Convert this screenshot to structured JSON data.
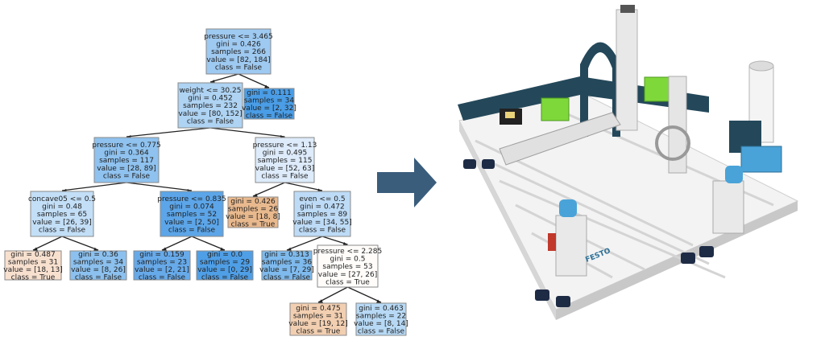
{
  "tree": {
    "nodes": [
      {
        "id": "n0",
        "lines": [
          "pressure <= 3.465",
          "gini = 0.426",
          "samples = 266",
          "value = [82, 184]",
          "class = False"
        ],
        "fill": "#9ec9f1"
      },
      {
        "id": "n1",
        "lines": [
          "weight <= 30.25",
          "gini = 0.452",
          "samples = 232",
          "value = [80, 152]",
          "class = False"
        ],
        "fill": "#aed3f3"
      },
      {
        "id": "n2",
        "lines": [
          "gini = 0.111",
          "samples = 34",
          "value = [2, 32]",
          "class = False"
        ],
        "fill": "#4a9de6"
      },
      {
        "id": "n3",
        "lines": [
          "pressure <= 0.775",
          "gini = 0.364",
          "samples = 117",
          "value = [28, 89]",
          "class = False"
        ],
        "fill": "#8fc2ef"
      },
      {
        "id": "n4",
        "lines": [
          "pressure <= 1.13",
          "gini = 0.495",
          "samples = 115",
          "value = [52, 63]",
          "class = False"
        ],
        "fill": "#ddebfa"
      },
      {
        "id": "n5",
        "lines": [
          "concave05 <= 0.5",
          "gini = 0.48",
          "samples = 65",
          "value = [26, 39]",
          "class = False"
        ],
        "fill": "#c3dff7"
      },
      {
        "id": "n6",
        "lines": [
          "pressure <= 0.835",
          "gini = 0.074",
          "samples = 52",
          "value = [2, 50]",
          "class = False"
        ],
        "fill": "#5ca5e8"
      },
      {
        "id": "n7",
        "lines": [
          "gini = 0.426",
          "samples = 26",
          "value = [18, 8]",
          "class = True"
        ],
        "fill": "#e9b98e"
      },
      {
        "id": "n8",
        "lines": [
          "even <= 0.5",
          "gini = 0.472",
          "samples = 89",
          "value = [34, 55]",
          "class = False"
        ],
        "fill": "#bddbf6"
      },
      {
        "id": "n9",
        "lines": [
          "gini = 0.487",
          "samples = 31",
          "value = [18, 13]",
          "class = True"
        ],
        "fill": "#f8e0cf"
      },
      {
        "id": "n10",
        "lines": [
          "gini = 0.36",
          "samples = 34",
          "value = [8, 26]",
          "class = False"
        ],
        "fill": "#8cc1ef"
      },
      {
        "id": "n11",
        "lines": [
          "gini = 0.159",
          "samples = 23",
          "value = [2, 21]",
          "class = False"
        ],
        "fill": "#67aaea"
      },
      {
        "id": "n12",
        "lines": [
          "gini = 0.0",
          "samples = 29",
          "value = [0, 29]",
          "class = False"
        ],
        "fill": "#4f9fe7"
      },
      {
        "id": "n13",
        "lines": [
          "gini = 0.313",
          "samples = 36",
          "value = [7, 29]",
          "class = False"
        ],
        "fill": "#7ebaed"
      },
      {
        "id": "n14",
        "lines": [
          "pressure <= 2.285",
          "gini = 0.5",
          "samples = 53",
          "value = [27, 26]",
          "class = True"
        ],
        "fill": "#fffcfa"
      },
      {
        "id": "n15",
        "lines": [
          "gini = 0.475",
          "samples = 31",
          "value = [19, 12]",
          "class = True"
        ],
        "fill": "#f2cfb1"
      },
      {
        "id": "n16",
        "lines": [
          "gini = 0.463",
          "samples = 22",
          "value = [8, 14]",
          "class = False"
        ],
        "fill": "#b7d9f5"
      }
    ],
    "edges": [
      [
        "n0",
        "n1"
      ],
      [
        "n0",
        "n2"
      ],
      [
        "n1",
        "n3"
      ],
      [
        "n1",
        "n4"
      ],
      [
        "n3",
        "n5"
      ],
      [
        "n3",
        "n6"
      ],
      [
        "n4",
        "n7"
      ],
      [
        "n4",
        "n8"
      ],
      [
        "n5",
        "n9"
      ],
      [
        "n5",
        "n10"
      ],
      [
        "n6",
        "n11"
      ],
      [
        "n6",
        "n12"
      ],
      [
        "n8",
        "n13"
      ],
      [
        "n8",
        "n14"
      ],
      [
        "n14",
        "n15"
      ],
      [
        "n14",
        "n16"
      ]
    ]
  },
  "arrow": {
    "color": "#3a5d7c"
  },
  "machine": {
    "brand_label": "FESTO",
    "colors": {
      "frame": "#f2f2f2",
      "rail": "#dcdcdc",
      "dark": "#24485a",
      "green": "#7fd83a",
      "blue": "#4aa3d8",
      "foot": "#1e2b45"
    }
  }
}
